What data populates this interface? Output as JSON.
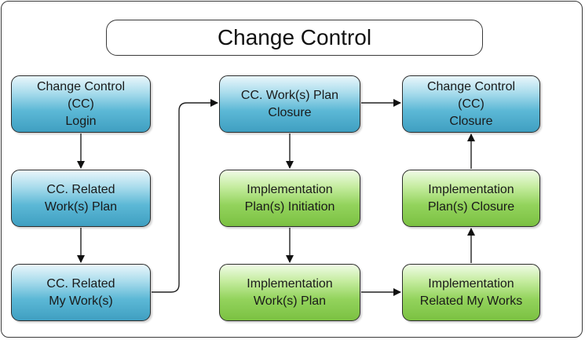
{
  "title": "Change Control",
  "nodes": {
    "cc_login": "Change Control\n(CC)\nLogin",
    "cc_related_plan": "CC. Related\nWork(s) Plan",
    "cc_related_my_works": "CC. Related\nMy Work(s)",
    "cc_plan_closure": "CC. Work(s) Plan\nClosure",
    "impl_plan_initiation": "Implementation\nPlan(s) Initiation",
    "impl_work_plan": "Implementation\nWork(s) Plan",
    "cc_closure": "Change Control\n(CC)\nClosure",
    "impl_plan_closure": "Implementation\nPlan(s) Closure",
    "impl_related_my_works": "Implementation\nRelated My Works"
  },
  "colors": {
    "blue_node": "#5cb8d6",
    "green_node": "#93d35c",
    "border": "#2d2d2d"
  }
}
